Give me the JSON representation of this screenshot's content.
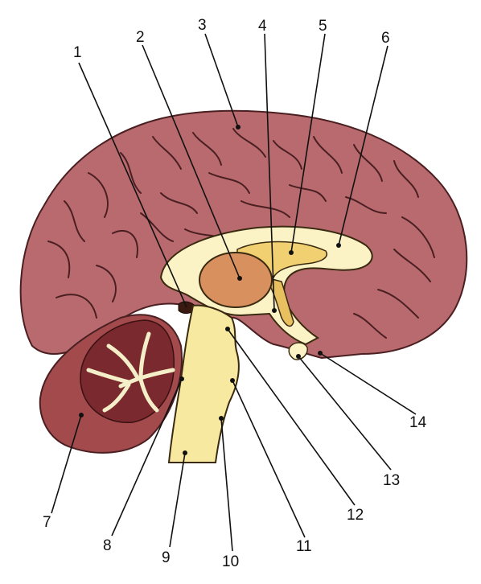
{
  "diagram": {
    "labels": [
      "1",
      "2",
      "3",
      "4",
      "5",
      "6",
      "7",
      "8",
      "9",
      "10",
      "11",
      "12",
      "13",
      "14"
    ]
  },
  "colors": {
    "cortex": "#b86a6e",
    "cortex_shadow": "#8e4a4f",
    "sulci": "#4a1f22",
    "cerebellum": "#a24a4c",
    "arbor_vitae": "#f4efc8",
    "brainstem": "#f7eaa0",
    "ventricle": "#fbf2c6",
    "thalamus": "#d9905f",
    "fornix": "#f0d070"
  }
}
